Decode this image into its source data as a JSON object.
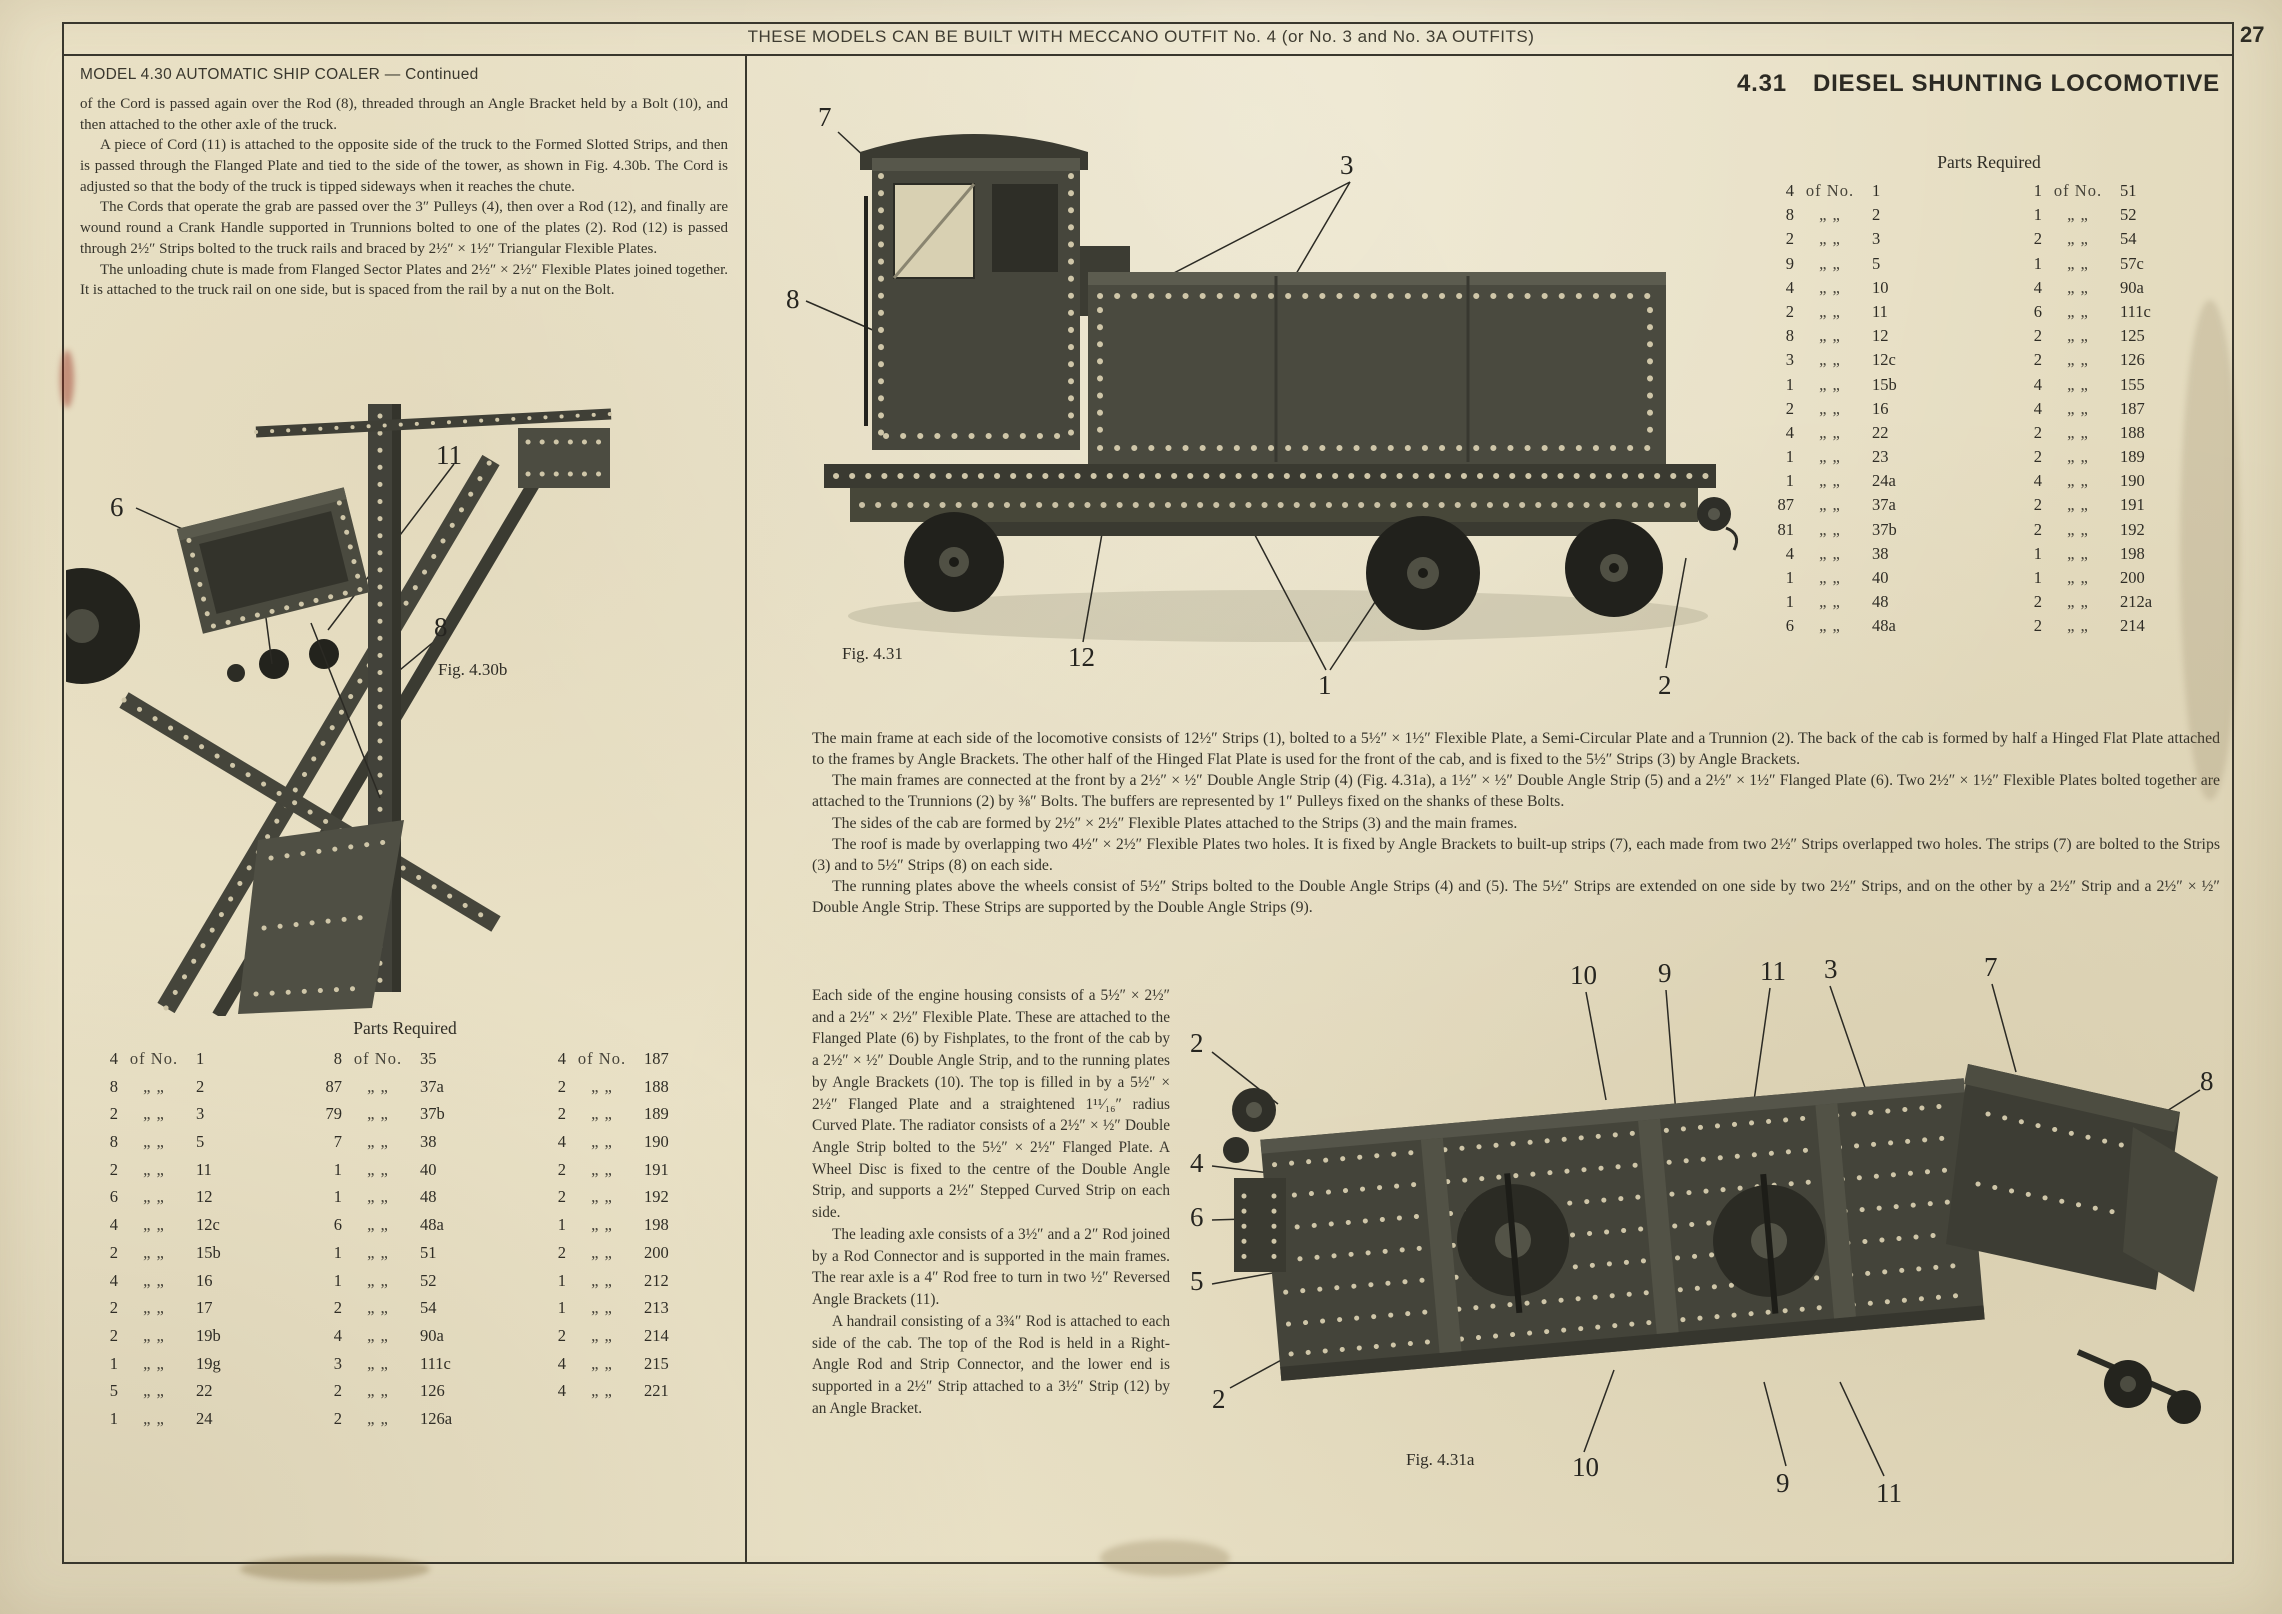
{
  "page": {
    "header": "THESE MODELS CAN BE BUILT WITH MECCANO OUTFIT No. 4 (or No. 3 and No. 3A OUTFITS)",
    "page_number": "27"
  },
  "coaler": {
    "title": "MODEL 4.30    AUTOMATIC SHIP COALER — Continued",
    "paragraphs": [
      "of the Cord is passed again over the Rod (8), threaded through an Angle Bracket held by a Bolt (10), and then attached to the other axle of the truck.",
      "A piece of Cord (11) is attached to the opposite side of the truck to the Formed Slotted Strips, and then is passed through the Flanged Plate and tied to the side of the tower, as shown in Fig. 4.30b. The Cord is adjusted so that the body of the truck is tipped sideways when it reaches the chute.",
      "The Cords that operate the grab are passed over the 3″ Pulleys (4), then over a Rod (12), and finally are wound round a Crank Handle supported in Trunnions bolted to one of the plates (2). Rod (12) is passed through 2½″ Strips bolted to the truck rails and braced by 2½″ × 1½″ Triangular Flexible Plates.",
      "The unloading chute is made from Flanged Sector Plates and 2½″ × 2½″ Flexible Plates joined together. It is attached to the truck rail on one side, but is spaced from the rail by a nut on the Bolt."
    ],
    "figure": {
      "caption": "Fig. 4.30b",
      "callouts": [
        "6",
        "11",
        "8"
      ]
    },
    "parts": {
      "title": "Parts Required",
      "columns": [
        {
          "rows": [
            [
              "4",
              "of No.",
              "1"
            ],
            [
              "8",
              "„ „",
              "2"
            ],
            [
              "2",
              "„ „",
              "3"
            ],
            [
              "8",
              "„ „",
              "5"
            ],
            [
              "2",
              "„ „",
              "11"
            ],
            [
              "6",
              "„ „",
              "12"
            ],
            [
              "4",
              "„ „",
              "12c"
            ],
            [
              "2",
              "„ „",
              "15b"
            ],
            [
              "4",
              "„ „",
              "16"
            ],
            [
              "2",
              "„ „",
              "17"
            ],
            [
              "2",
              "„ „",
              "19b"
            ],
            [
              "1",
              "„ „",
              "19g"
            ],
            [
              "5",
              "„ „",
              "22"
            ],
            [
              "1",
              "„ „",
              "24"
            ]
          ]
        },
        {
          "rows": [
            [
              "8",
              "of No.",
              "35"
            ],
            [
              "87",
              "„ „",
              "37a"
            ],
            [
              "79",
              "„ „",
              "37b"
            ],
            [
              "7",
              "„ „",
              "38"
            ],
            [
              "1",
              "„ „",
              "40"
            ],
            [
              "1",
              "„ „",
              "48"
            ],
            [
              "6",
              "„ „",
              "48a"
            ],
            [
              "1",
              "„ „",
              "51"
            ],
            [
              "1",
              "„ „",
              "52"
            ],
            [
              "2",
              "„ „",
              "54"
            ],
            [
              "4",
              "„ „",
              "90a"
            ],
            [
              "3",
              "„ „",
              "111c"
            ],
            [
              "2",
              "„ „",
              "126"
            ],
            [
              "2",
              "„ „",
              "126a"
            ]
          ]
        },
        {
          "rows": [
            [
              "4",
              "of No.",
              "187"
            ],
            [
              "2",
              "„ „",
              "188"
            ],
            [
              "2",
              "„ „",
              "189"
            ],
            [
              "4",
              "„ „",
              "190"
            ],
            [
              "2",
              "„ „",
              "191"
            ],
            [
              "2",
              "„ „",
              "192"
            ],
            [
              "1",
              "„ „",
              "198"
            ],
            [
              "2",
              "„ „",
              "200"
            ],
            [
              "1",
              "„ „",
              "212"
            ],
            [
              "1",
              "„ „",
              "213"
            ],
            [
              "2",
              "„ „",
              "214"
            ],
            [
              "4",
              "„ „",
              "215"
            ],
            [
              "4",
              "„ „",
              "221"
            ]
          ]
        }
      ]
    }
  },
  "locomotive": {
    "number": "4.31",
    "title": "DIESEL SHUNTING LOCOMOTIVE",
    "fig_main": {
      "caption": "Fig. 4.31",
      "callouts": [
        "7",
        "3",
        "8",
        "12",
        "1",
        "2"
      ]
    },
    "parts": {
      "title": "Parts Required",
      "columns": [
        {
          "rows": [
            [
              "4",
              "of No.",
              "1"
            ],
            [
              "8",
              "„ „",
              "2"
            ],
            [
              "2",
              "„ „",
              "3"
            ],
            [
              "9",
              "„ „",
              "5"
            ],
            [
              "4",
              "„ „",
              "10"
            ],
            [
              "2",
              "„ „",
              "11"
            ],
            [
              "8",
              "„ „",
              "12"
            ],
            [
              "3",
              "„ „",
              "12c"
            ],
            [
              "1",
              "„ „",
              "15b"
            ],
            [
              "2",
              "„ „",
              "16"
            ],
            [
              "4",
              "„ „",
              "22"
            ],
            [
              "1",
              "„ „",
              "23"
            ],
            [
              "1",
              "„ „",
              "24a"
            ],
            [
              "87",
              "„ „",
              "37a"
            ],
            [
              "81",
              "„ „",
              "37b"
            ],
            [
              "4",
              "„ „",
              "38"
            ],
            [
              "1",
              "„ „",
              "40"
            ],
            [
              "1",
              "„ „",
              "48"
            ],
            [
              "6",
              "„ „",
              "48a"
            ]
          ]
        },
        {
          "rows": [
            [
              "1",
              "of No.",
              "51"
            ],
            [
              "1",
              "„ „",
              "52"
            ],
            [
              "2",
              "„ „",
              "54"
            ],
            [
              "1",
              "„ „",
              "57c"
            ],
            [
              "4",
              "„ „",
              "90a"
            ],
            [
              "6",
              "„ „",
              "111c"
            ],
            [
              "2",
              "„ „",
              "125"
            ],
            [
              "2",
              "„ „",
              "126"
            ],
            [
              "4",
              "„ „",
              "155"
            ],
            [
              "4",
              "„ „",
              "187"
            ],
            [
              "2",
              "„ „",
              "188"
            ],
            [
              "2",
              "„ „",
              "189"
            ],
            [
              "4",
              "„ „",
              "190"
            ],
            [
              "2",
              "„ „",
              "191"
            ],
            [
              "2",
              "„ „",
              "192"
            ],
            [
              "1",
              "„ „",
              "198"
            ],
            [
              "1",
              "„ „",
              "200"
            ],
            [
              "2",
              "„ „",
              "212a"
            ],
            [
              "2",
              "„ „",
              "214"
            ]
          ]
        }
      ]
    },
    "paragraphs": [
      "The main frame at each side of the locomotive consists of 12½″ Strips (1), bolted to a 5½″ × 1½″ Flexible Plate, a Semi-Circular Plate and a Trunnion (2). The back of the cab is formed by half a Hinged Flat Plate attached to the frames by Angle Brackets. The other half of the Hinged Flat Plate is used for the front of the cab, and is fixed to the 5½″ Strips (3) by Angle Brackets.",
      "The main frames are connected at the front by a 2½″ × ½″ Double Angle Strip (4) (Fig. 4.31a), a 1½″ × ½″ Double Angle Strip (5) and a 2½″ × 1½″ Flanged Plate (6). Two 2½″ × 1½″ Flexible Plates bolted together are attached to the Trunnions (2) by ⅜″ Bolts. The buffers are represented by 1″ Pulleys fixed on the shanks of these Bolts.",
      "The sides of the cab are formed by 2½″ × 2½″ Flexible Plates attached to the Strips (3) and the main frames.",
      "The roof is made by overlapping two 4½″ × 2½″ Flexible Plates two holes. It is fixed by Angle Brackets to built-up strips (7), each made from two 2½″ Strips overlapped two holes. The strips (7) are bolted to the Strips (3) and to 5½″ Strips (8) on each side.",
      "The running plates above the wheels consist of 5½″ Strips bolted to the Double Angle Strips (4) and (5). The 5½″ Strips are extended on one side by two 2½″ Strips, and on the other by a 2½″ Strip and a 2½″ × ½″ Double Angle Strip. These Strips are supported by the Double Angle Strips (9)."
    ],
    "column_paragraphs": [
      "Each side of the engine housing consists of a 5½″ × 2½″ and a 2½″ × 2½″ Flexible Plate. These are attached to the Flanged Plate (6) by Fishplates, to the front of the cab by a 2½″ × ½″ Double Angle Strip, and to the running plates by Angle Brackets (10). The top is filled in by a 5½″ × 2½″ Flanged Plate and a straightened 1¹¹⁄₁₆″ radius Curved Plate. The radiator consists of a 2½″ × ½″ Double Angle Strip bolted to the 5½″ × 2½″ Flanged Plate. A Wheel Disc is fixed to the centre of the Double Angle Strip, and supports a 2½″ Stepped Curved Strip on each side.",
      "The leading axle consists of a 3½″ and a 2″ Rod joined by a Rod Connector and is supported in the main frames. The rear axle is a 4″ Rod free to turn in two ½″ Reversed Angle Brackets (11).",
      "A handrail consisting of a 3¾″ Rod is attached to each side of the cab. The top of the Rod is held in a Right-Angle Rod and Strip Connector, and the lower end is supported in a 2½″ Strip attached to a 3½″ Strip (12) by an Angle Bracket."
    ],
    "fig_detail": {
      "caption": "Fig. 4.31a",
      "callouts": [
        "10",
        "9",
        "11",
        "3",
        "7",
        "2",
        "4",
        "6",
        "5",
        "2",
        "8",
        "10",
        "9",
        "11"
      ]
    }
  }
}
